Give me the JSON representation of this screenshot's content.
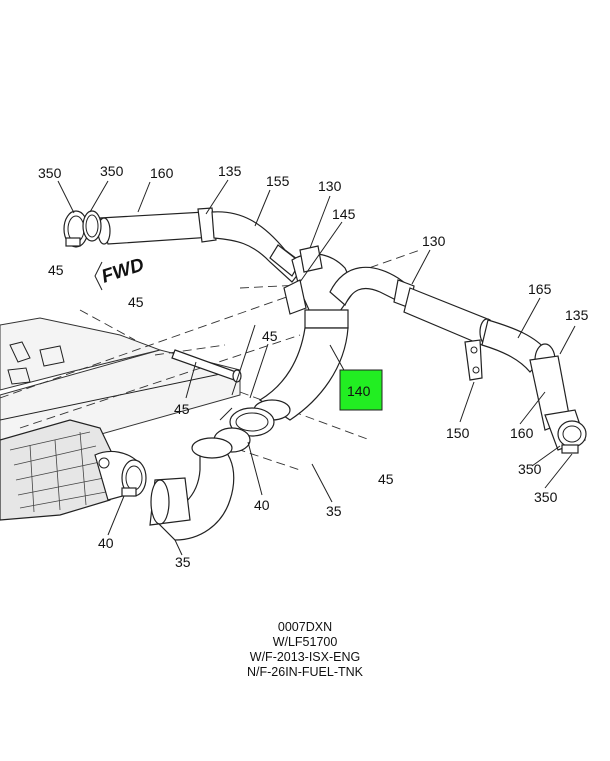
{
  "colors": {
    "line": "#222222",
    "highlight": "#22ee22",
    "background": "#ffffff"
  },
  "direction_label": "FWD",
  "highlight_part": "140",
  "callouts": [
    "350",
    "350",
    "160",
    "135",
    "155",
    "130",
    "145",
    "130",
    "45",
    "45",
    "165",
    "135",
    "45",
    "45",
    "140",
    "150",
    "160",
    "350",
    "350",
    "45",
    "40",
    "35",
    "40",
    "35"
  ],
  "caption_lines": [
    "0007DXN",
    "W/LF51700",
    "W/F-2013-ISX-ENG",
    "N/F-26IN-FUEL-TNK"
  ]
}
